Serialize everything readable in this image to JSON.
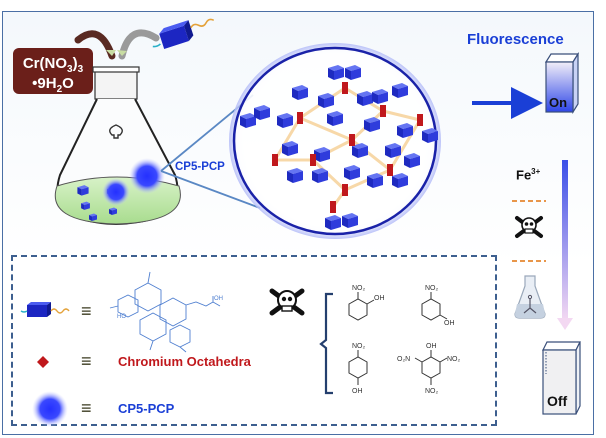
{
  "reagent": {
    "line1_base": "Cr(NO",
    "line1_sub": "3",
    "line1_close": ")",
    "line1_sub2": "3",
    "line2_prefix": "•9H",
    "line2_sub": "2",
    "line2_suffix": "O",
    "box_color": "#6b1f1a"
  },
  "zoom_label": "CP5-PCP",
  "fluorescence": {
    "title": "Fluorescence",
    "on_label": "On",
    "off_label": "Off",
    "color": "#1a3fd6"
  },
  "quenchers": [
    {
      "label_base": "Fe",
      "label_sup": "3+"
    },
    {
      "icon": "skull-crossbones-icon"
    },
    {
      "icon": "flask-icon"
    }
  ],
  "legend": {
    "items": [
      {
        "symbol": "pillararene-block",
        "equiv": "≡",
        "meaning": "pillar[5]arene carboxylic acid structure",
        "labels": [
          "HO",
          "OH",
          "O"
        ]
      },
      {
        "symbol": "red-diamond",
        "equiv": "≡",
        "text": "Chromium Octahedra",
        "color": "#c0181c"
      },
      {
        "symbol": "blue-sphere",
        "equiv": "≡",
        "text": "CP5-PCP",
        "color": "#1a3fd6"
      }
    ],
    "analytes": [
      {
        "name": "2-nitrophenol",
        "groups": [
          "NO2",
          "OH"
        ]
      },
      {
        "name": "3-nitrophenol",
        "groups": [
          "NO2",
          "OH"
        ]
      },
      {
        "name": "4-nitrophenol",
        "groups": [
          "NO2",
          "OH"
        ]
      },
      {
        "name": "picric acid",
        "groups": [
          "OH",
          "O2N",
          "NO2",
          "NO2"
        ]
      }
    ]
  },
  "colors": {
    "frame": "#4a6fa5",
    "dash": "#3d5f8f",
    "accent_blue": "#1a3fd6",
    "chromium": "#c0181c",
    "orange_dash": "#e8964a"
  }
}
